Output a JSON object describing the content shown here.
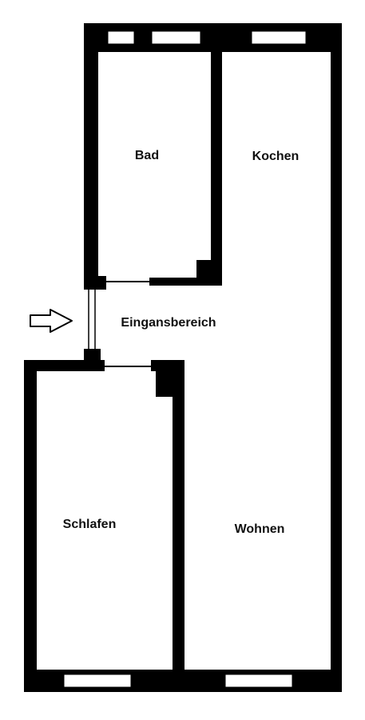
{
  "rooms": {
    "bad": "Bad",
    "kochen": "Kochen",
    "eingangsbereich": "Eingansbereich",
    "schlafen": "Schlafen",
    "wohnen": "Wohnen"
  },
  "entrance_arrow": {
    "icon": "arrow-right-outline-icon"
  },
  "colors": {
    "wall": "#000000",
    "background": "#ffffff"
  }
}
